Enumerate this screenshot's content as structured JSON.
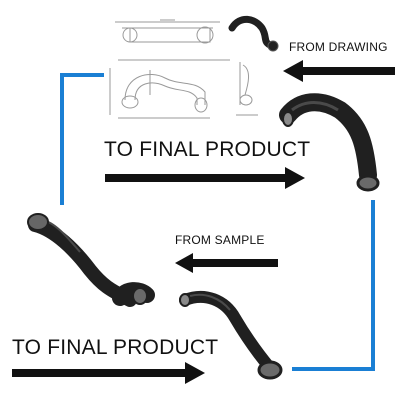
{
  "labels": {
    "from_drawing": "FROM DRAWING",
    "from_sample": "FROM SAMPLE",
    "final_product_top": "TO FINAL PRODUCT",
    "final_product_bottom": "TO FINAL PRODUCT"
  },
  "colors": {
    "connector": "#1a7fd4",
    "arrow": "#111111",
    "hose": "#202020",
    "hose_highlight": "#4a4a4a",
    "drawing_line": "#9a9a9a"
  }
}
